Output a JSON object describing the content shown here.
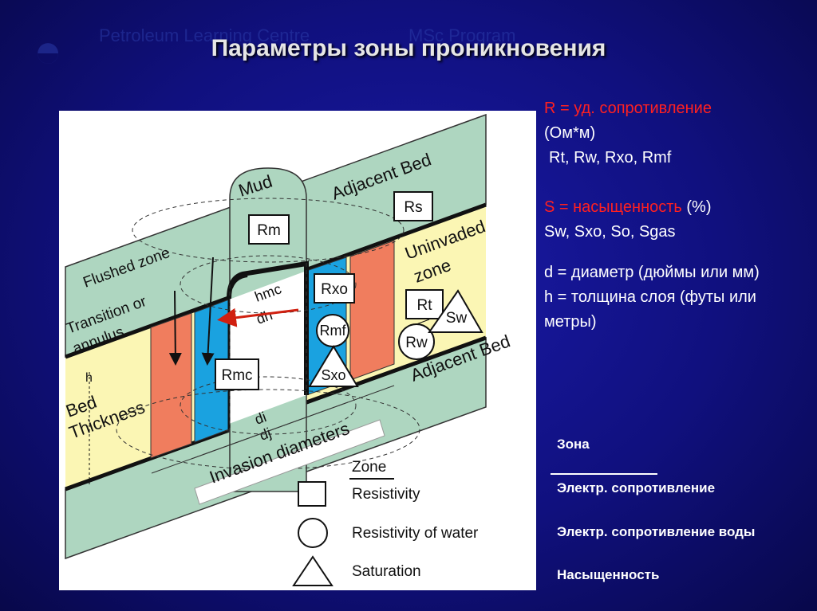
{
  "title": "Параметры зоны проникновения",
  "watermark": {
    "line1": "Petroleum Learning Centre",
    "line2": "MSc Program"
  },
  "params": {
    "r_def": "R = уд. сопротивление",
    "r_unit": "(Ом*м)",
    "r_list": "Rt, Rw, Rxo, Rmf",
    "s_def": "S = насыщенность",
    "s_unit": " (%)",
    "s_list": "Sw, Sxo, So, Sgas",
    "d_def": "d = диаметр (дюймы или мм)",
    "h_def": "h = толщина слоя (футы или метры)"
  },
  "legend_ru": {
    "zone": "Зона",
    "resistivity": "Электр. сопротивление",
    "water": "Электр. сопротивление воды",
    "saturation": "Насыщенность"
  },
  "diagram": {
    "mud": "Mud",
    "adjacent_bed_top": "Adjacent Bed",
    "adjacent_bed_bottom": "Adjacent Bed",
    "uninvaded_1": "Uninvaded",
    "uninvaded_2": "zone",
    "flushed_zone": "Flushed zone",
    "transition_1": "Transition or",
    "transition_2": "annulus",
    "bed_1": "Bed",
    "bed_2": "Thickness",
    "invasion": "Invasion diameters",
    "rs": "Rs",
    "rm": "Rm",
    "rt": "Rt",
    "rw": "Rw",
    "sw": "Sw",
    "rxo": "Rxo",
    "rmf": "Rmf",
    "sxo": "Sxo",
    "rmc": "Rmc",
    "hmc": "hmc",
    "dh": "dh",
    "di": "di",
    "dj": "dj",
    "h": "h",
    "legend_zone": "Zone",
    "legend_resistivity": "Resistivity",
    "legend_water": "Resistivity of water",
    "legend_saturation": "Saturation"
  },
  "colors": {
    "green": "#aed6c0",
    "yellow": "#fbf6b4",
    "salmon": "#f07d5e",
    "blue": "#1aa2e0"
  }
}
